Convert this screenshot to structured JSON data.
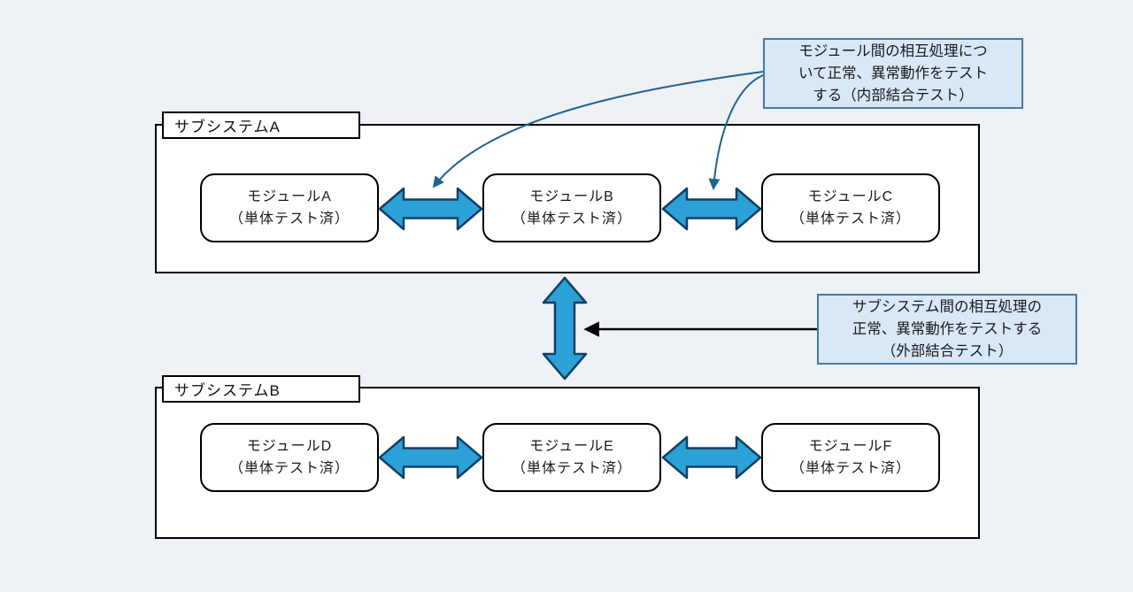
{
  "diagram": {
    "subsystem_a": {
      "label": "サブシステムA",
      "modules": [
        {
          "name": "モジュールA",
          "status": "（単体テスト済）"
        },
        {
          "name": "モジュールB",
          "status": "（単体テスト済）"
        },
        {
          "name": "モジュールC",
          "status": "（単体テスト済）"
        }
      ]
    },
    "subsystem_b": {
      "label": "サブシステムB",
      "modules": [
        {
          "name": "モジュールD",
          "status": "（単体テスト済）"
        },
        {
          "name": "モジュールE",
          "status": "（単体テスト済）"
        },
        {
          "name": "モジュールF",
          "status": "（単体テスト済）"
        }
      ]
    },
    "callouts": {
      "internal": {
        "lines": [
          "モジュール間の相互処理につ",
          "いて正常、異常動作をテスト",
          "する（内部結合テスト）"
        ]
      },
      "external": {
        "lines": [
          "サブシステム間の相互処理の",
          "正常、異常動作をテストする",
          "（外部結合テスト）"
        ]
      }
    },
    "colors": {
      "background": "#eef1f6",
      "double_arrow_fill": "#2ba1d8",
      "double_arrow_stroke": "#123f63",
      "connector_teal": "#1f6390",
      "connector_black": "#000000",
      "callout_bg": "#d9e8f6",
      "callout_border": "#4779a8"
    }
  }
}
